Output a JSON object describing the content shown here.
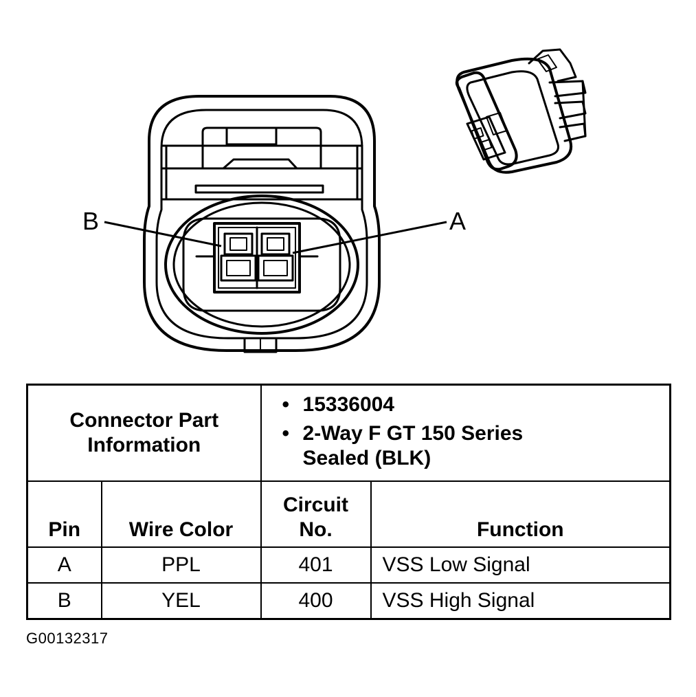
{
  "diagram": {
    "pin_label_b": "B",
    "pin_label_a": "A"
  },
  "table": {
    "connector_info_label_line1": "Connector Part",
    "connector_info_label_line2": "Information",
    "part_info": [
      {
        "bullet": "•",
        "lines": [
          "15336004"
        ]
      },
      {
        "bullet": "•",
        "lines": [
          "2-Way F GT 150 Series",
          "Sealed (BLK)"
        ]
      }
    ],
    "headers": {
      "pin": "Pin",
      "wire_color": "Wire Color",
      "circuit_line1": "Circuit",
      "circuit_line2": "No.",
      "function": "Function"
    },
    "rows": [
      {
        "pin": "A",
        "wire_color": "PPL",
        "circuit": "401",
        "function": "VSS Low Signal"
      },
      {
        "pin": "B",
        "wire_color": "YEL",
        "circuit": "400",
        "function": "VSS High Signal"
      }
    ]
  },
  "figure_id": "G00132317"
}
